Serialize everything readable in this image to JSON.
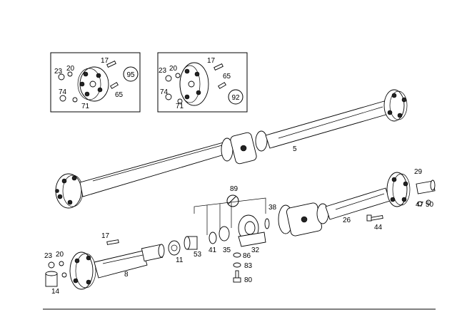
{
  "diagram": {
    "insets": [
      {
        "callout": "95",
        "labels": [
          "17",
          "23",
          "20",
          "74",
          "65",
          "71"
        ]
      },
      {
        "callout": "92",
        "labels": [
          "17",
          "23",
          "20",
          "65",
          "74",
          "71"
        ]
      }
    ],
    "part_numbers": {
      "p5": "5",
      "p26": "26",
      "p29": "29",
      "p47": "47",
      "p50": "50",
      "p44": "44",
      "p89": "89",
      "p38": "38",
      "p32": "32",
      "p35": "35",
      "p41": "41",
      "p53": "53",
      "p11": "11",
      "p17": "17",
      "p23": "23",
      "p20": "20",
      "p14": "14",
      "p8": "8",
      "p86": "86",
      "p83": "83",
      "p80": "80"
    }
  }
}
